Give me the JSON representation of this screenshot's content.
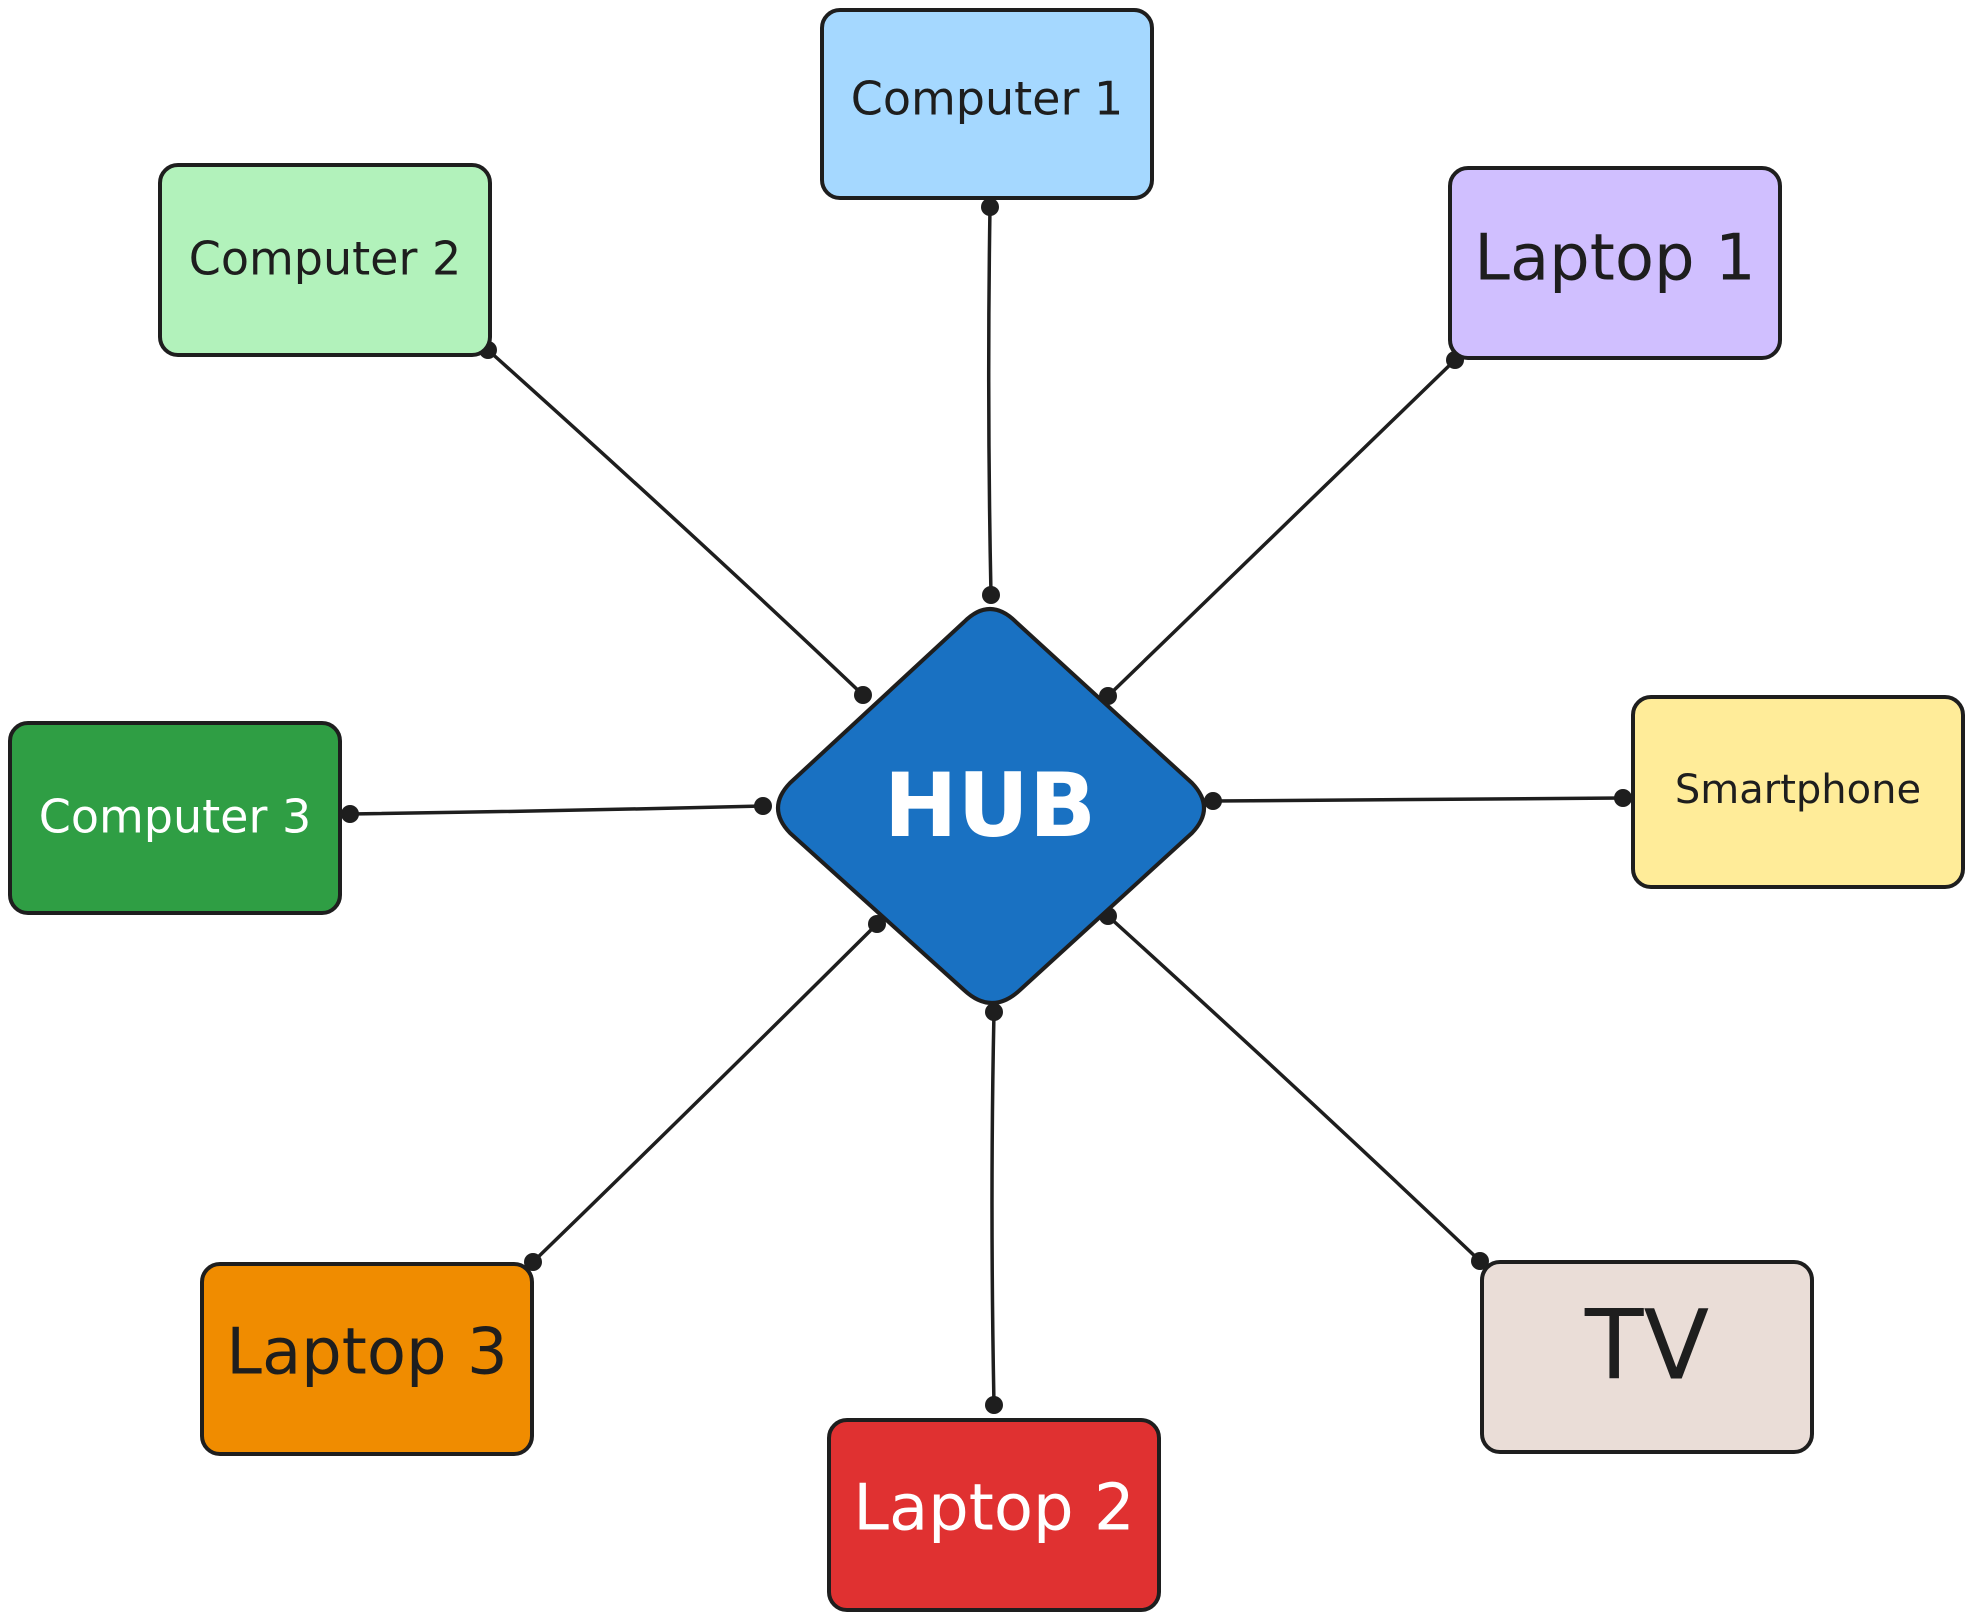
{
  "hub": {
    "label": "HUB",
    "fill": "#1971c2",
    "text_color": "#ffffff"
  },
  "stroke_color": "#1e1e1e",
  "devices": [
    {
      "id": "computer-1",
      "label": "Computer 1",
      "fill": "#a5d8ff",
      "text_color": "#1e1e1e"
    },
    {
      "id": "computer-2",
      "label": "Computer 2",
      "fill": "#b2f2bb",
      "text_color": "#1e1e1e"
    },
    {
      "id": "computer-3",
      "label": "Computer 3",
      "fill": "#2f9e44",
      "text_color": "#ffffff"
    },
    {
      "id": "laptop-1",
      "label": "Laptop 1",
      "fill": "#d0bfff",
      "text_color": "#1e1e1e"
    },
    {
      "id": "laptop-2",
      "label": "Laptop 2",
      "fill": "#e03131",
      "text_color": "#ffffff"
    },
    {
      "id": "laptop-3",
      "label": "Laptop 3",
      "fill": "#f08c00",
      "text_color": "#1e1e1e"
    },
    {
      "id": "smartphone",
      "label": "Smartphone",
      "fill": "#ffec99",
      "text_color": "#1e1e1e"
    },
    {
      "id": "tv",
      "label": "TV",
      "fill": "#eaddd7",
      "text_color": "#1e1e1e"
    }
  ]
}
